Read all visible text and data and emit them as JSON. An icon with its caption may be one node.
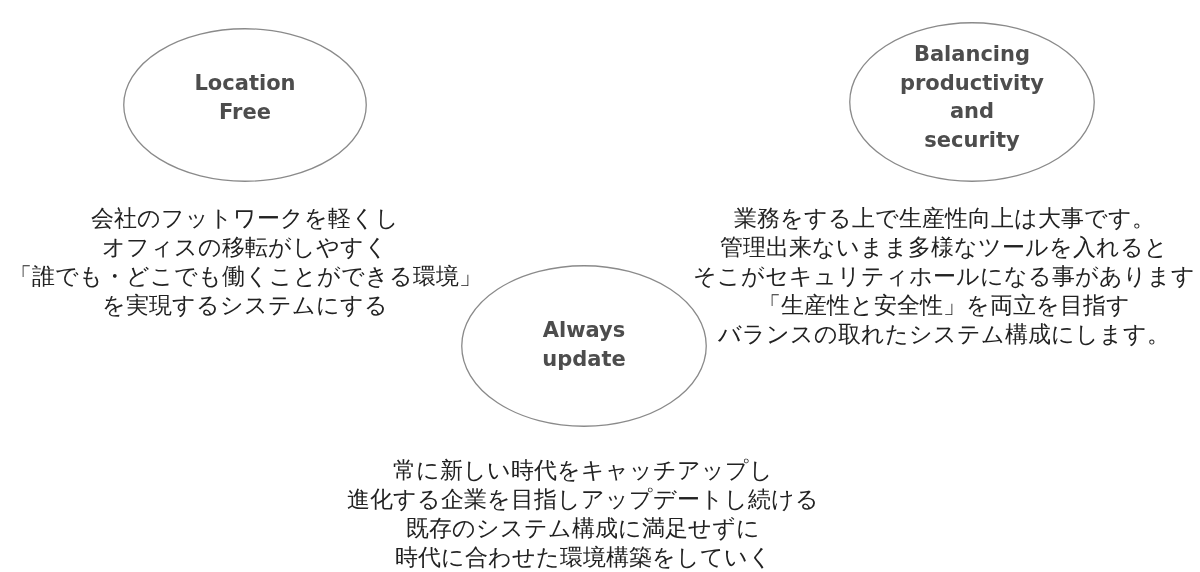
{
  "diagram": {
    "nodes": [
      {
        "text": [
          "Location Free"
        ]
      },
      {
        "text": [
          "Balancing productivity and security"
        ]
      },
      {
        "text": [
          "Always update"
        ],
        "beside": [
          "常に新しい時代をキャッチアップし進化する企業を目指しアップデートし続ける既存のシステム構成に満足せずに時代に合わせた環境構築をしていく"
        ]
      }
    ],
    "labels": [
      "会社のフットワークを軽くしオフィスの移転がしやすく「誰でも・どこでも働くことができる環境」を実現するシステムにする",
      "業務をする上で生産性向上は大事です。管理出来ないまま多様なツールを入れるとそこがセキュリティホールになる事があります「生産性と安全性」を両立を目指すバランスの取れたシステム構成にします。"
    ]
  }
}
